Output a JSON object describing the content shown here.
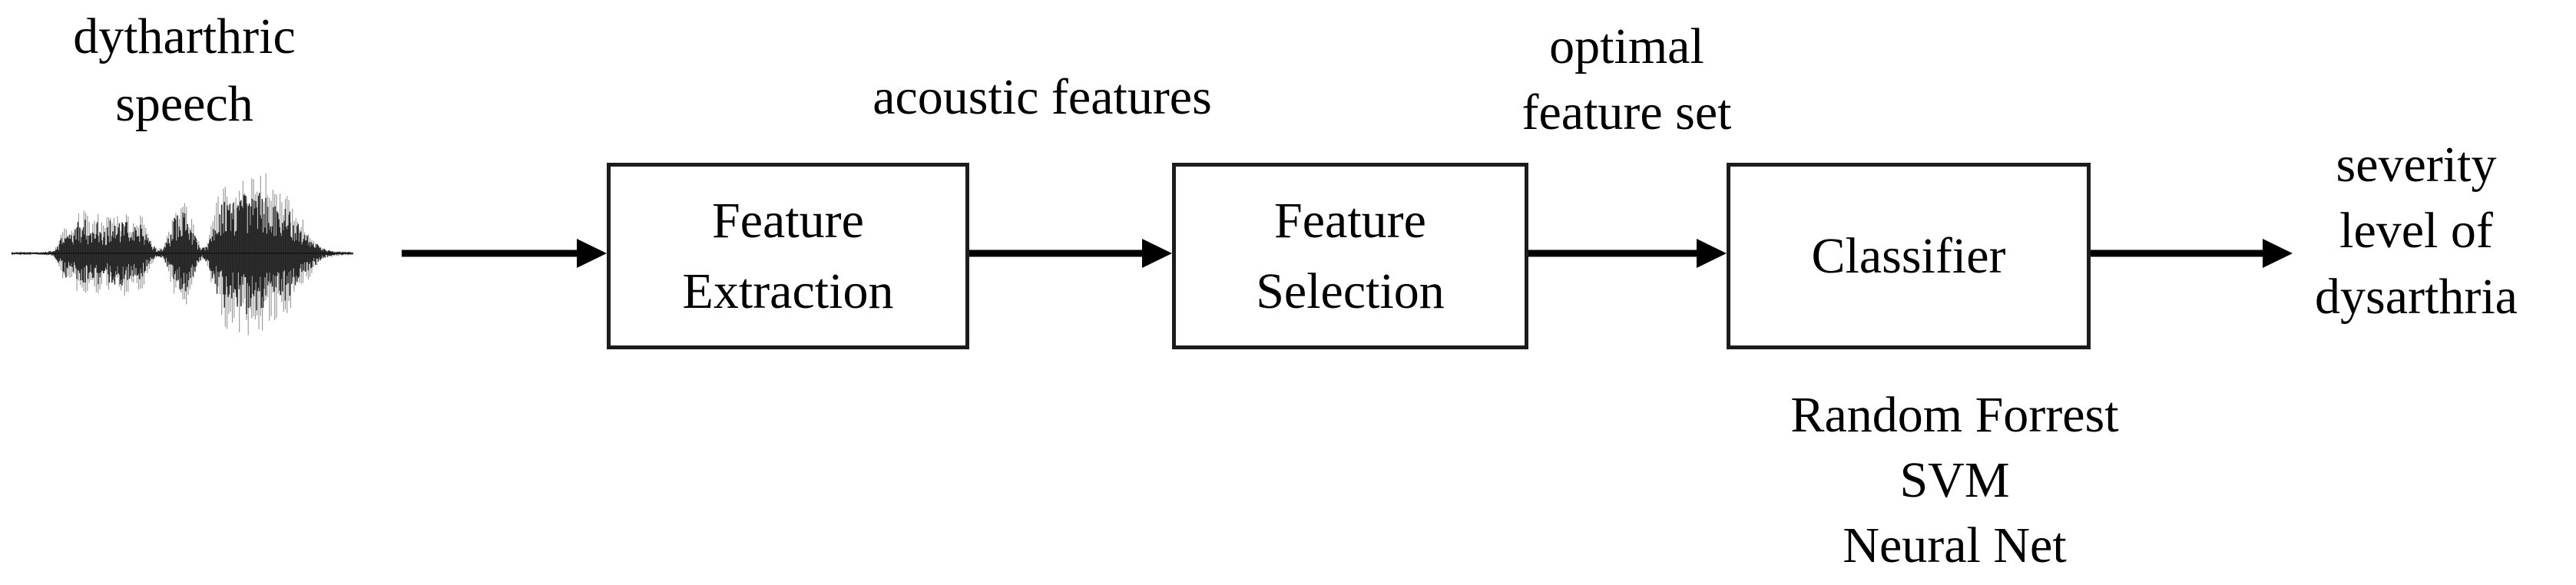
{
  "figure": {
    "background": "#ffffff",
    "text_color": "#000000",
    "arrow_color": "#000000",
    "box_border_color": "#1c1c1c",
    "input_label_lines": [
      "dytharthric",
      "speech"
    ],
    "waveform": {
      "description": "dysarthric speech audio waveform",
      "color": "#000000",
      "envelope": [
        [
          0,
          2
        ],
        [
          40,
          2
        ],
        [
          55,
          4
        ],
        [
          62,
          18
        ],
        [
          70,
          42
        ],
        [
          78,
          30
        ],
        [
          86,
          52
        ],
        [
          95,
          58
        ],
        [
          103,
          38
        ],
        [
          112,
          55
        ],
        [
          120,
          34
        ],
        [
          128,
          56
        ],
        [
          138,
          48
        ],
        [
          148,
          55
        ],
        [
          158,
          40
        ],
        [
          168,
          52
        ],
        [
          176,
          30
        ],
        [
          183,
          14
        ],
        [
          190,
          6
        ],
        [
          198,
          8
        ],
        [
          205,
          30
        ],
        [
          212,
          58
        ],
        [
          220,
          72
        ],
        [
          228,
          65
        ],
        [
          235,
          45
        ],
        [
          242,
          20
        ],
        [
          248,
          8
        ],
        [
          255,
          15
        ],
        [
          262,
          45
        ],
        [
          270,
          75
        ],
        [
          280,
          95
        ],
        [
          290,
          85
        ],
        [
          300,
          110
        ],
        [
          310,
          100
        ],
        [
          318,
          92
        ],
        [
          326,
          108
        ],
        [
          334,
          96
        ],
        [
          342,
          88
        ],
        [
          350,
          75
        ],
        [
          358,
          82
        ],
        [
          366,
          62
        ],
        [
          374,
          52
        ],
        [
          382,
          40
        ],
        [
          390,
          28
        ],
        [
          398,
          16
        ],
        [
          406,
          8
        ],
        [
          415,
          5
        ],
        [
          430,
          3
        ],
        [
          445,
          2
        ]
      ]
    },
    "flow_label_acoustic": "acoustic features",
    "flow_label_optimal_lines": [
      "optimal",
      "feature set"
    ],
    "boxes": {
      "feature_extraction_lines": [
        "Feature",
        "Extraction"
      ],
      "feature_selection_lines": [
        "Feature",
        "Selection"
      ],
      "classifier_label": "Classifier"
    },
    "classifier_methods": [
      "Random Forrest",
      "SVM",
      "Neural Net"
    ],
    "output_label_lines": [
      "severity",
      "level of",
      "dysarthria"
    ]
  }
}
